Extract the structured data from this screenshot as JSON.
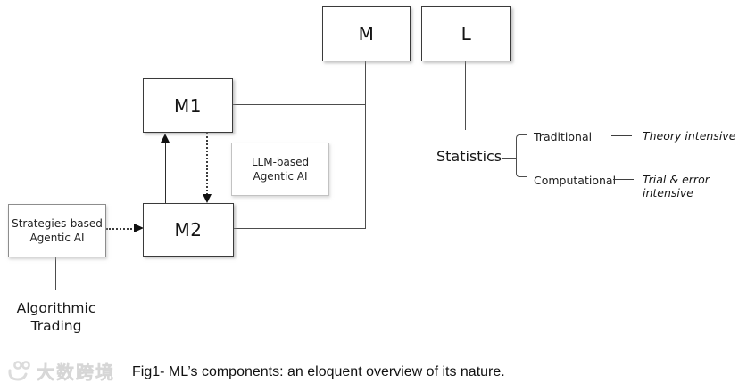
{
  "nodes": {
    "m": {
      "label": "M"
    },
    "l": {
      "label": "L"
    },
    "m1": {
      "label": "M1"
    },
    "m2": {
      "label": "M2"
    },
    "llm_agent": {
      "line1": "LLM-based",
      "line2": "Agentic AI"
    },
    "strategies_agent": {
      "line1": "Strategies-based",
      "line2": "Agentic AI"
    }
  },
  "labels": {
    "algorithmic_trading_line1": "Algorithmic",
    "algorithmic_trading_line2": "Trading",
    "statistics": "Statistics",
    "traditional": "Traditional",
    "computational": "Computational",
    "theory_intensive": "Theory intensive",
    "trial_error_intensive": "Trial & error intensive"
  },
  "caption": "Fig1- ML’s components: an eloquent overview of its nature.",
  "watermark": {
    "icon": "smile-100-logo",
    "text": "大数跨境"
  },
  "colors": {
    "box_border_dark": "#3a3a3a",
    "box_border_light": "#c2c2c2",
    "box_border_mid": "#8d8d8d",
    "line": "#4d4d4d",
    "text": "#1f1f1f",
    "watermark": "#dcdcdc"
  }
}
